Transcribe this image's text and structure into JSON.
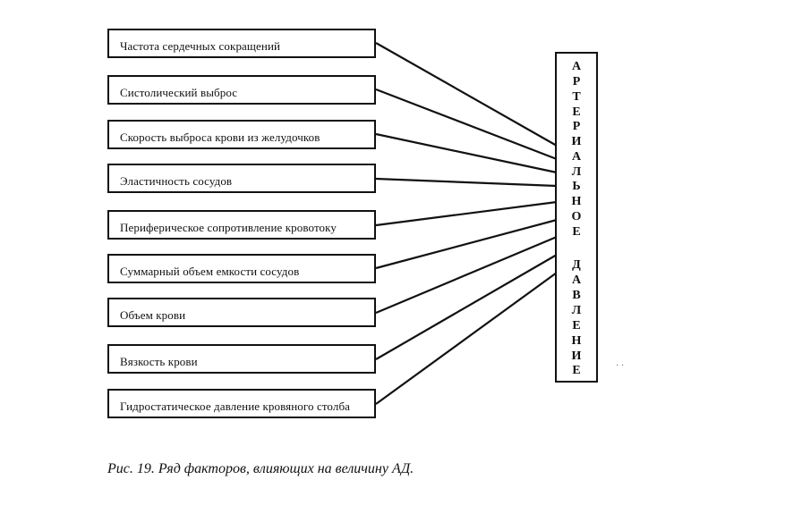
{
  "factors": [
    "Частота сердечных сокращений",
    "Систолический выброс",
    "Скорость выброса крови из желудочков",
    "Эластичность сосудов",
    "Периферическое сопротивление кровотоку",
    "Суммарный объем емкости сосудов",
    "Объем крови",
    "Вязкость крови",
    "Гидростатическое давление кровяного столба"
  ],
  "target": {
    "letters": [
      "А",
      "Р",
      "Т",
      "Е",
      "Р",
      "И",
      "А",
      "Л",
      "Ь",
      "Н",
      "О",
      "Е",
      "",
      "Д",
      "А",
      "В",
      "Л",
      "Е",
      "Н",
      "И",
      "Е"
    ]
  },
  "caption": "Рис. 19. Ряд факторов, влияющих на величину АД."
}
